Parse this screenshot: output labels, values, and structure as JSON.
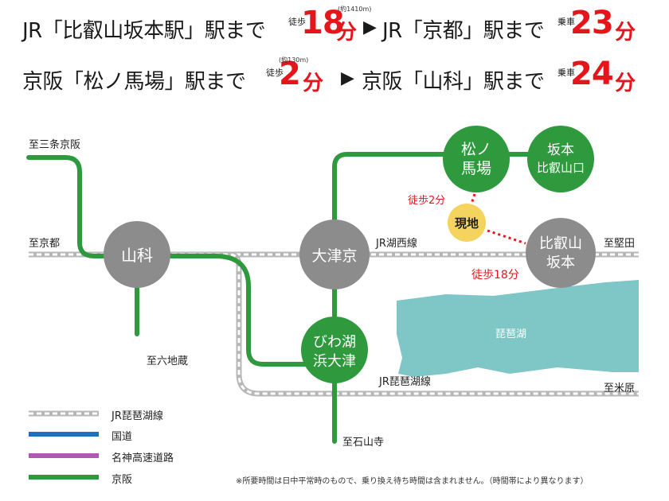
{
  "header": {
    "row1": {
      "a_text": "JR「比叡山坂本駅」駅まで",
      "a_mode": "徒歩",
      "a_num": "18",
      "a_unit": "分",
      "a_note": "(約1410m)",
      "arrow": "▶",
      "b_text": "JR「京都」駅まで",
      "b_mode": "乗車",
      "b_num": "23",
      "b_unit": "分"
    },
    "row2": {
      "a_text": "京阪「松ノ馬場」駅まで",
      "a_mode": "徒歩",
      "a_num": "2",
      "a_unit": "分",
      "a_note": "(約130m)",
      "arrow": "▶",
      "b_text": "京阪「山科」駅まで",
      "b_mode": "乗車",
      "b_num": "24",
      "b_unit": "分"
    }
  },
  "map": {
    "stations": {
      "yamashina": "山科",
      "otsukyo": "大津京",
      "biwako_1": "びわ湖",
      "biwako_2": "浜大津",
      "matsunobaba_1": "松ノ",
      "matsunobaba_2": "馬場",
      "sakamoto_1": "坂本",
      "sakamoto_2": "比叡山口",
      "hiei_1": "比叡山",
      "hiei_2": "坂本"
    },
    "site_label": "現地",
    "walk_2": "徒歩2分",
    "walk_18": "徒歩18分",
    "line_labels": {
      "sanjo": "至三条京阪",
      "kyoto": "至京都",
      "rokujizo": "至六地蔵",
      "ishiyamadera": "至石山寺",
      "katata": "至堅田",
      "maibara": "至米原",
      "kosei": "JR湖西線",
      "biwako_line": "JR琵琶湖線",
      "lake": "琵琶湖"
    }
  },
  "legend": {
    "jr": "JR琵琶湖線",
    "national_road": "国道",
    "meishin": "名神高速道路",
    "keihan": "京阪"
  },
  "footnote": "※所要時間は日中平常時のもので、乗り換え待ち時間は含まれません。（時間帯により異なります）",
  "colors": {
    "keihan_green": "#2e9a3d",
    "station_gray": "#8c8c8c",
    "accent_red": "#e5161b",
    "site_yellow": "#f4d35e",
    "lake_blue": "#7fc6c7",
    "national_road_blue": "#1f6fbf",
    "meishin_purple": "#b256b8"
  }
}
